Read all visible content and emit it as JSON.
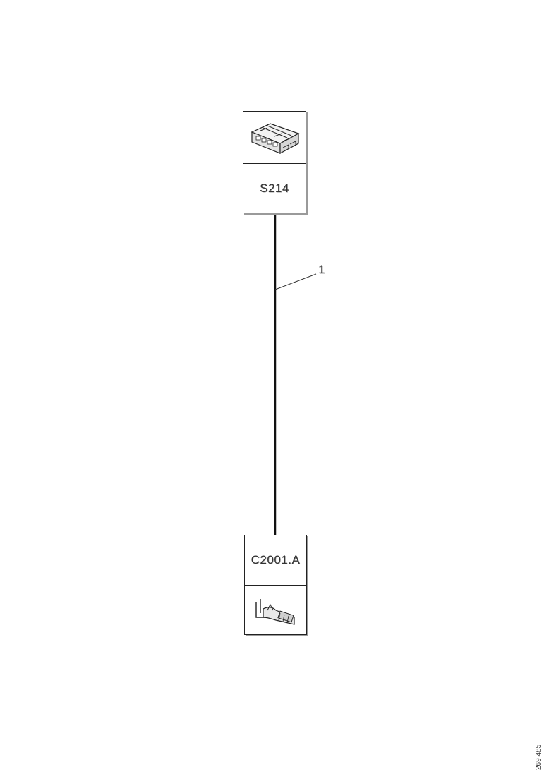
{
  "diagram": {
    "top_connector": {
      "label": "S214",
      "icon": "multi-pin-connector-icon"
    },
    "bottom_connector": {
      "label": "C2001.A",
      "icon": "terminal-connector-icon"
    },
    "wire": {
      "callout": "1"
    },
    "reference_number": "269 485"
  }
}
